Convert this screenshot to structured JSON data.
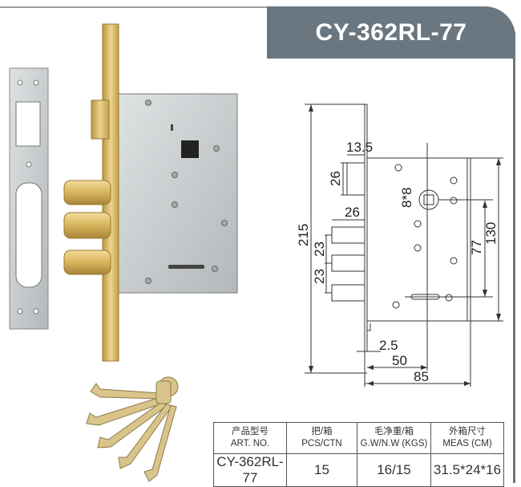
{
  "title": "CY-362RL-77",
  "drawing": {
    "dimensions": {
      "overall_height": "215",
      "latch_offset": "13.5",
      "latch_height": "26",
      "bolt_projection": "26",
      "bolt_spacing_1": "23",
      "bolt_spacing_2": "23",
      "spindle": "8*8",
      "center_distance": "77",
      "case_height": "130",
      "faceplate_thickness": "2.5",
      "backset": "50",
      "case_depth": "85"
    }
  },
  "spec_table": {
    "headers": [
      {
        "zh": "产品型号",
        "en": "ART. NO."
      },
      {
        "zh": "把/箱",
        "en": "PCS/CTN"
      },
      {
        "zh": "毛净重/箱",
        "en": "G.W/N.W (KGS)"
      },
      {
        "zh": "外箱尺寸",
        "en": "MEAS (CM)"
      }
    ],
    "row": [
      "CY-362RL-77",
      "15",
      "16/15",
      "31.5*24*16"
    ]
  },
  "colors": {
    "banner": "#6b7780",
    "brass": "#d8b866",
    "steel": "#c9ccce"
  }
}
